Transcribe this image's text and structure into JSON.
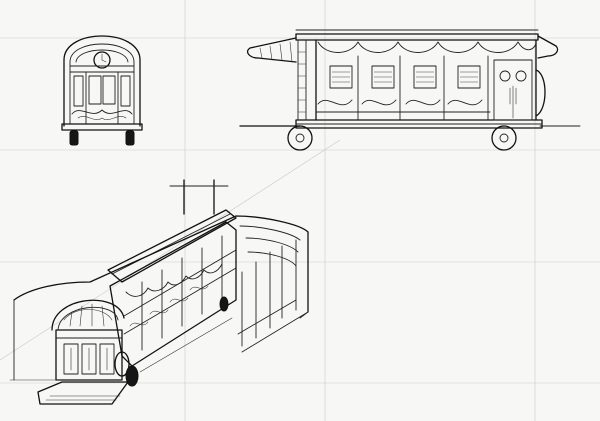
{
  "sheet": {
    "paper_color": "#f7f7f5",
    "ink_color": "#111111",
    "guide_color": "#c9c9c6"
  },
  "views": [
    {
      "id": "front-elevation"
    },
    {
      "id": "side-elevation"
    },
    {
      "id": "perspective-view"
    }
  ]
}
